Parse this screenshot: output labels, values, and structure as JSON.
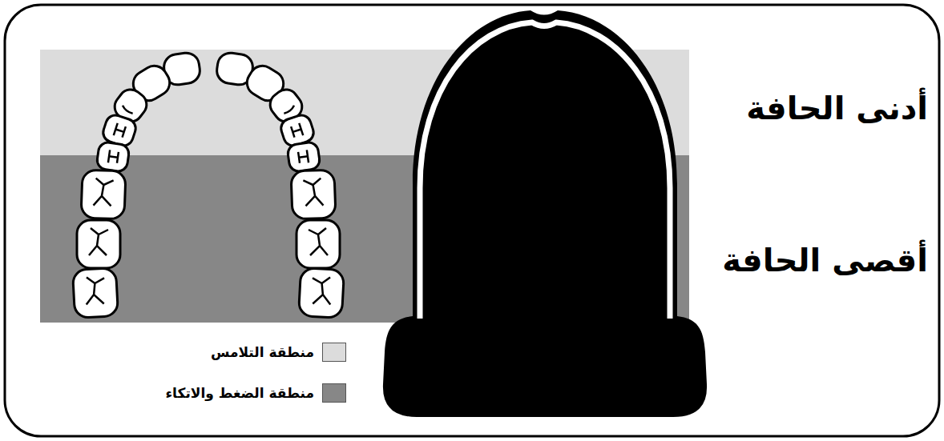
{
  "diagram": {
    "labels": [
      "أدنى الحافة",
      "أقصى الحافة"
    ],
    "legend": [
      {
        "text": "منطقة التلامس",
        "color": "#dcdcdc"
      },
      {
        "text": "منطقة الضغط والاتكاء",
        "color": "#878787"
      }
    ]
  }
}
